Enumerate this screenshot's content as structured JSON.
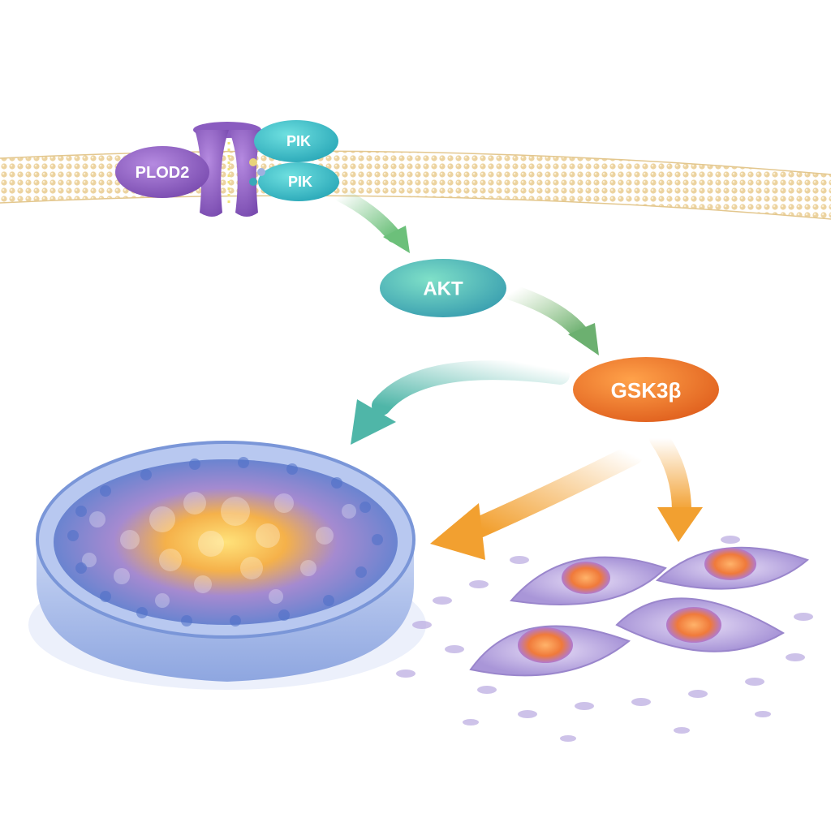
{
  "nodes": {
    "plod2": "PLOD2",
    "pik_top": "PIK",
    "pik_bottom": "PIK",
    "akt": "AKT",
    "gsk3b": "GSK3β"
  },
  "colors": {
    "membrane": "#f1d9a8",
    "plod2": "#8a5cc0",
    "pik": "#3cc0c0",
    "akt": "#4fbdb0",
    "gsk3b": "#ee7a2a",
    "arrow_green": "#6cc07a",
    "arrow_teal": "#4fb6a8",
    "arrow_orange": "#f2a030",
    "dish": "#7a9ad8",
    "cells": "#b9a9e0"
  }
}
